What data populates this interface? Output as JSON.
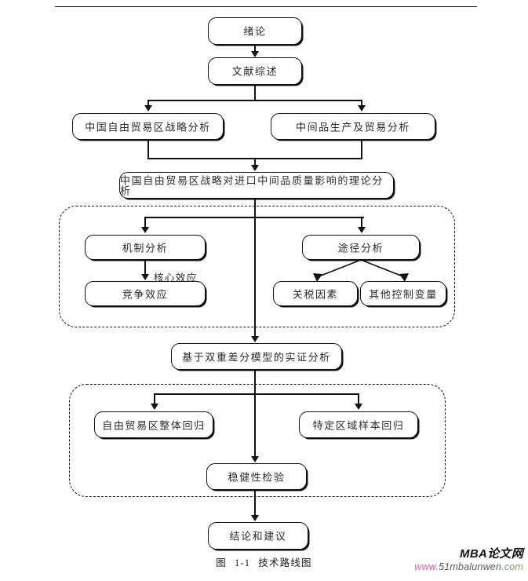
{
  "page": {
    "caption_prefix": "图",
    "caption_number": "1-1",
    "caption_title": "技术路线图"
  },
  "watermark": {
    "brand": "MBA论文网",
    "url_www": "www.",
    "url_domain": "51mbalunwen",
    "url_tld": ".com",
    "brand_color": "#111111",
    "www_color": "#e35fa8",
    "domain_color": "#5a5a5a",
    "tld_color": "#6aa84f"
  },
  "flowchart": {
    "type": "flowchart",
    "title": "技术路线图",
    "nodes": [
      {
        "id": "n1",
        "label": "绪论"
      },
      {
        "id": "n2",
        "label": "文献综述"
      },
      {
        "id": "n3",
        "label": "中国自由贸易区战略分析"
      },
      {
        "id": "n4",
        "label": "中间品生产及贸易分析"
      },
      {
        "id": "n5",
        "label": "中国自由贸易区战略对进口中间品质量影响的理论分析"
      },
      {
        "id": "n6",
        "label": "机制分析"
      },
      {
        "id": "n7",
        "label": "竞争效应"
      },
      {
        "id": "n8",
        "label": "途径分析"
      },
      {
        "id": "n9",
        "label": "关税因素"
      },
      {
        "id": "n10",
        "label": "其他控制变量"
      },
      {
        "id": "n11",
        "label": "基于双重差分模型的实证分析"
      },
      {
        "id": "n12",
        "label": "自由贸易区整体回归"
      },
      {
        "id": "n13",
        "label": "特定区域样本回归"
      },
      {
        "id": "n14",
        "label": "稳健性检验"
      },
      {
        "id": "n15",
        "label": "结论和建议"
      }
    ],
    "edge_labels": [
      {
        "id": "e-core",
        "label": "核心效应"
      }
    ],
    "groups": [
      {
        "id": "g1",
        "label": ""
      },
      {
        "id": "g2",
        "label": ""
      }
    ]
  }
}
